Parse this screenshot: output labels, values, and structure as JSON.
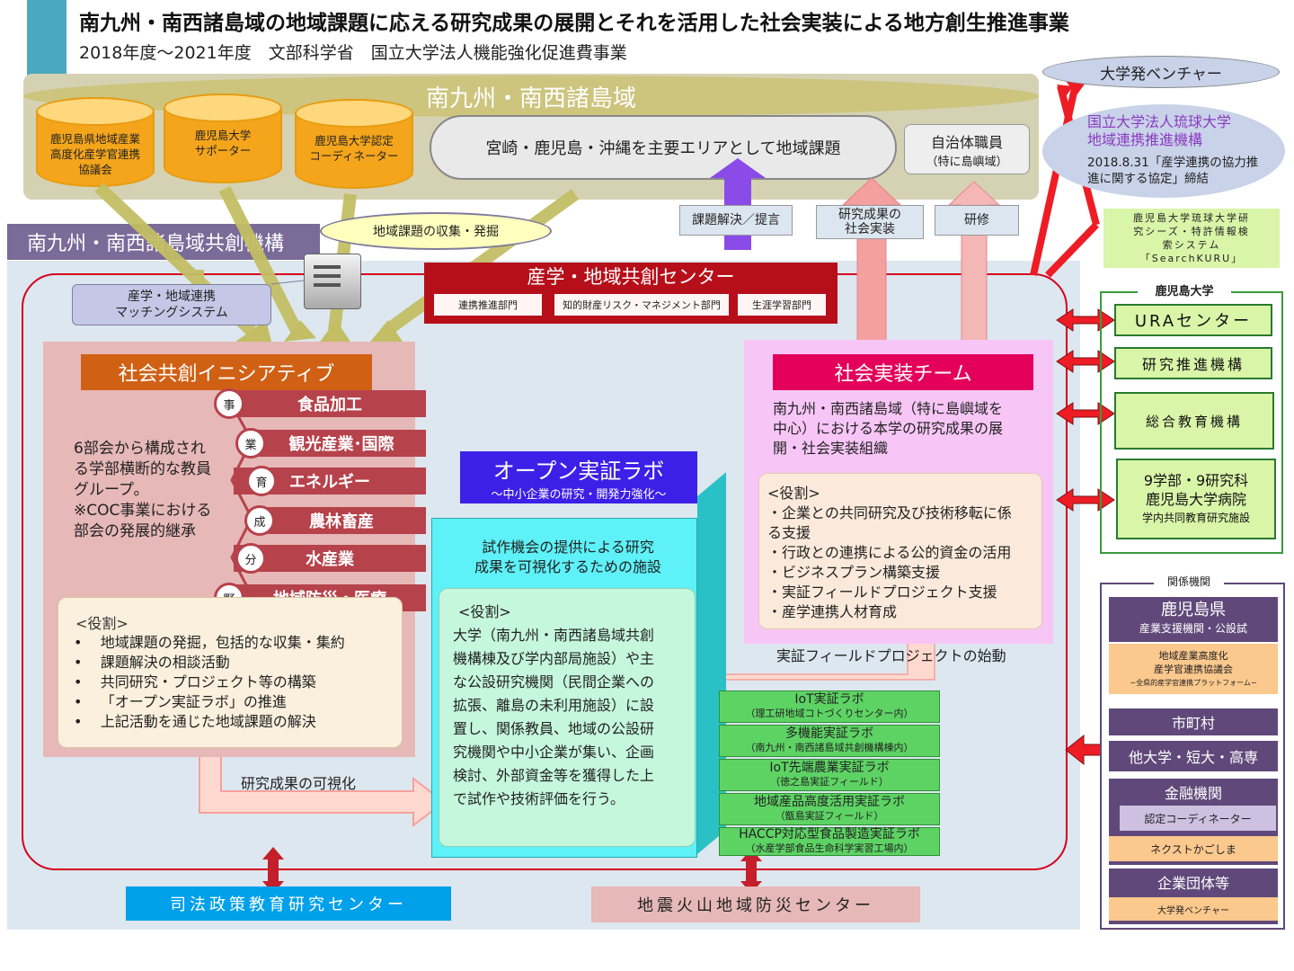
{
  "header": {
    "title": "南九州・南西諸島域の地域課題に応える研究成果の展開とそれを活用した社会実装による地方創生推進事業",
    "subtitle": "2018年度〜2021年度　文部科学省　国立大学法人機能強化促進費事業"
  },
  "region": {
    "name": "南九州・南西諸島域",
    "cylinders": [
      {
        "line1": "鹿児島県地域産業",
        "line2": "高度化産学官連携",
        "line3": "協議会"
      },
      {
        "line1": "鹿児島大学",
        "line2": "サポーター",
        "line3": ""
      },
      {
        "line1": "鹿児島大学認定",
        "line2": "コーディネーター",
        "line3": ""
      }
    ],
    "cloud_text": "宮崎・鹿児島・沖縄を主要エリアとして地域課題",
    "jichi_main": "自治体職員",
    "jichi_sub": "（特に島嶼域）"
  },
  "arrows": {
    "solve": "課題解決／提言",
    "implement_line1": "研究成果の",
    "implement_line2": "社会実装",
    "training": "研修",
    "gather": "地域課題の収集・発掘",
    "field_project": "実証フィールドプロジェクトの始動",
    "visualize": "研究成果の可視化"
  },
  "kikou": {
    "label": "南九州・南西諸島域共創機構"
  },
  "matching": {
    "line1": "産学・地域連携",
    "line2": "マッチングシステム"
  },
  "sangaku": {
    "title": "産学・地域共創センター",
    "depts": [
      "連携推進部門",
      "知的財産リスク・マネジメント部門",
      "生涯学習部門"
    ]
  },
  "initiative": {
    "title": "社会共創イニシアティブ",
    "desc_lines": [
      "6部会から構成され",
      "る学部横断的な教員",
      "グループ。",
      "※COC事業における",
      "部会の発展的継承"
    ],
    "categories": [
      {
        "badge": "事",
        "label": "食品加工"
      },
      {
        "badge": "業",
        "label": "観光産業･国際"
      },
      {
        "badge": "育",
        "label": "エネルギー"
      },
      {
        "badge": "成",
        "label": "農林畜産"
      },
      {
        "badge": "分",
        "label": "水産業"
      },
      {
        "badge": "野",
        "label": "地域防災・医療"
      }
    ],
    "role_heading": "<役割>",
    "roles": [
      "地域課題の発掘，包括的な収集・集約",
      "課題解決の相談活動",
      "共同研究・プロジェクト等の構築",
      "「オープン実証ラボ」の推進",
      "上記活動を通じた地域課題の解決"
    ]
  },
  "openlab": {
    "title": "オープン実証ラボ",
    "subtitle": "〜中小企業の研究・開発力強化〜",
    "desc_line1": "試作機会の提供による研究",
    "desc_line2": "成果を可視化するための施設",
    "role_heading": "<役割>",
    "role_lines": [
      "大学（南九州・南西諸島域共創",
      "機構棟及び学内部局施設）や主",
      "な公設研究機関（民間企業への",
      "拡張、離島の未利用施設）に設",
      "置し、関係教員、地域の公設研",
      "究機関や中小企業が集い、企画",
      "検討、外部資金等を獲得した上",
      "で試作や技術評価を行う。"
    ],
    "labs": [
      {
        "name": "IoT実証ラボ",
        "sub": "（理工研地域コトづくりセンター内）"
      },
      {
        "name": "多機能実証ラボ",
        "sub": "（南九州・南西諸島域共創機構棟内）"
      },
      {
        "name": "IoT先端農業実証ラボ",
        "sub": "（徳之島実証フィールド）"
      },
      {
        "name": "地域産品高度活用実証ラボ",
        "sub": "（甑島実証フィールド）"
      },
      {
        "name": "HACCP対応型食品製造実証ラボ",
        "sub": "（水産学部食品生命科学実習工場内）"
      }
    ]
  },
  "team": {
    "title": "社会実装チーム",
    "desc_lines": [
      "南九州・南西諸島域（特に島嶼域を",
      "中心）における本学の研究成果の展",
      "開・社会実装組織"
    ],
    "role_heading": "<役割>",
    "roles": [
      "・企業との共同研究及び技術移転に係",
      "る支援",
      "・行政との連携による公的資金の活用",
      "・ビジネスプラン構築支援",
      "・実証フィールドプロジェクト支援",
      "・産学連携人材育成"
    ]
  },
  "bottom": {
    "shiho": "司法政策教育研究センター",
    "jishin": "地震火山地域防災センター"
  },
  "right": {
    "venture": "大学発ベンチャー",
    "ryukyu_line1": "国立大学法人琉球大学",
    "ryukyu_line2": "地域連携推進機構",
    "ryukyu_line3": "2018.8.31「産学連携の協力推",
    "ryukyu_line4": "進に関する協定」締結",
    "searchkuru_line1": "鹿児島大学琉球大学研",
    "searchkuru_line2": "究シーズ・特許情報検",
    "searchkuru_line3": "索システム",
    "searchkuru_line4": "「SearchKURU」",
    "kagoshima_label": "鹿児島大学",
    "kagoshima_units": [
      "URAセンター",
      "研究推進機構",
      "総合教育機構"
    ],
    "faculty_line1": "9学部・9研究科",
    "faculty_line2": "鹿児島大学病院",
    "faculty_line3": "学内共同教育研究施設",
    "kankei_label": "関係機関",
    "pref_title": "鹿児島県",
    "pref_sub": "産業支援機関・公設試",
    "pref_peach1": "地域産業高度化",
    "pref_peach2": "産学官連携協議会",
    "pref_peach3": "−全県的産学官連携プラットフォーム−",
    "municipal": "市町村",
    "other_univ": "他大学・短大・高専",
    "finance": "金融機関",
    "finance_sub1": "認定コーディネーター",
    "finance_sub2": "ネクストかごしま",
    "company": "企業団体等",
    "company_sub": "大学発ベンチャー"
  },
  "colors": {
    "accent": "#4aa8c0",
    "sangaku_red": "#b70f1a",
    "initiative_orange": "#d06014",
    "team_pink": "#e4005a",
    "openlab_blue": "#3d20e8",
    "kikou_purple": "#7a6b99"
  }
}
